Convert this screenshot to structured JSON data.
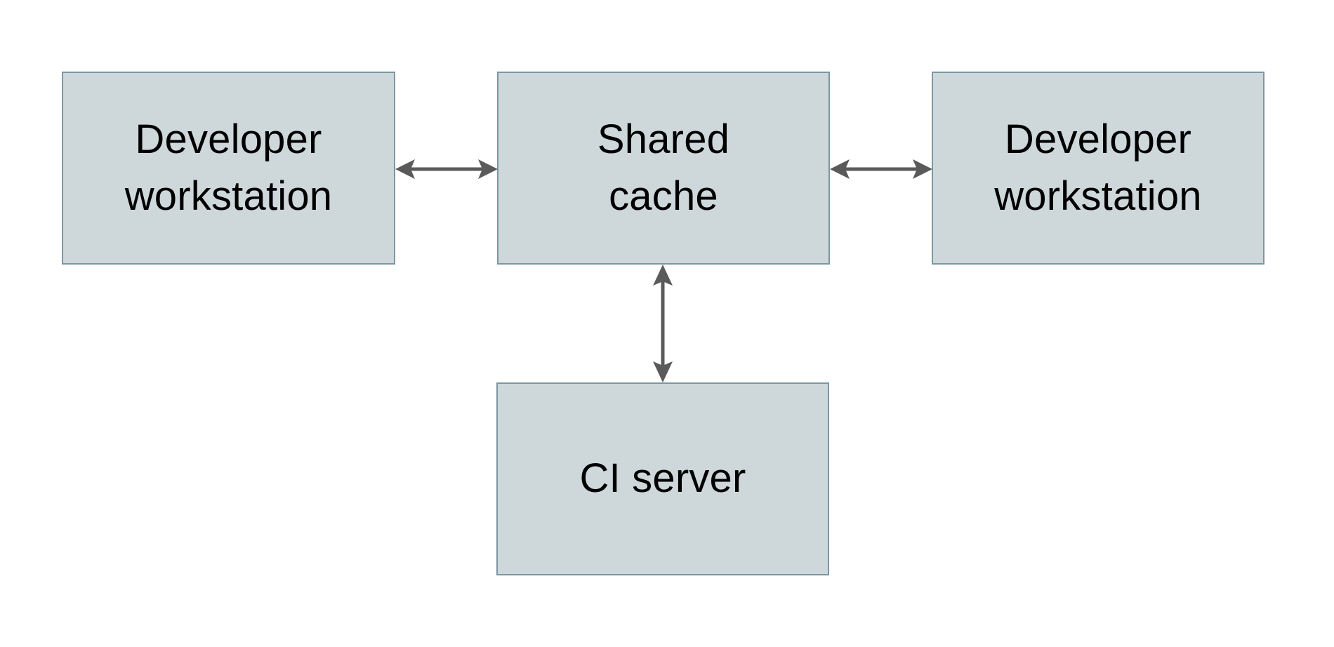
{
  "diagram": {
    "type": "block-diagram",
    "background_color": "#ffffff",
    "node_fill_color": "#ced7da",
    "node_border_color": "#7b97a3",
    "edge_color": "#5a5a5a",
    "text_color": "#000000",
    "nodes": [
      {
        "id": "dev-left",
        "label": "Developer\nworkstation",
        "name": "node-developer-workstation-left"
      },
      {
        "id": "cache",
        "label": "Shared\ncache",
        "name": "node-shared-cache"
      },
      {
        "id": "dev-right",
        "label": "Developer\nworkstation",
        "name": "node-developer-workstation-right"
      },
      {
        "id": "ci",
        "label": "CI server",
        "name": "node-ci-server"
      }
    ],
    "edges": [
      {
        "id": "left-cache",
        "from": "dev-left",
        "to": "cache",
        "direction": "bidirectional",
        "orientation": "horizontal",
        "label": ""
      },
      {
        "id": "cache-right",
        "from": "cache",
        "to": "dev-right",
        "direction": "bidirectional",
        "orientation": "horizontal",
        "label": ""
      },
      {
        "id": "cache-ci",
        "from": "cache",
        "to": "ci",
        "direction": "bidirectional",
        "orientation": "vertical",
        "label": ""
      }
    ]
  }
}
